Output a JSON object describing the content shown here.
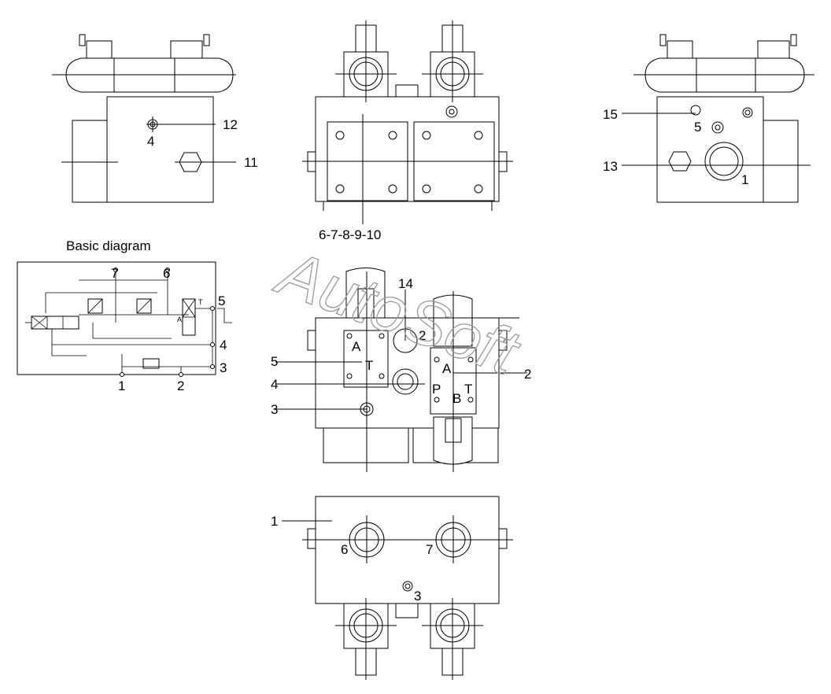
{
  "title": "Basic diagram",
  "watermark": "AutoSoft",
  "views": {
    "side_left": {
      "labels": [
        "12",
        "4",
        "11"
      ]
    },
    "top": {
      "labels": [
        "6-7-8-9-10"
      ]
    },
    "side_right": {
      "labels": [
        "15",
        "5",
        "13",
        "1"
      ]
    },
    "front": {
      "labels": [
        "14",
        "2",
        "5",
        "A",
        "T",
        "4",
        "3",
        "A",
        "2",
        "P",
        "B",
        "T"
      ]
    },
    "bottom": {
      "labels": [
        "1",
        "6",
        "7",
        "3"
      ]
    }
  },
  "schematic": {
    "labels": [
      "7",
      "6",
      "5",
      "4",
      "3",
      "1",
      "2"
    ],
    "port_a": "A",
    "port_t": "T"
  }
}
